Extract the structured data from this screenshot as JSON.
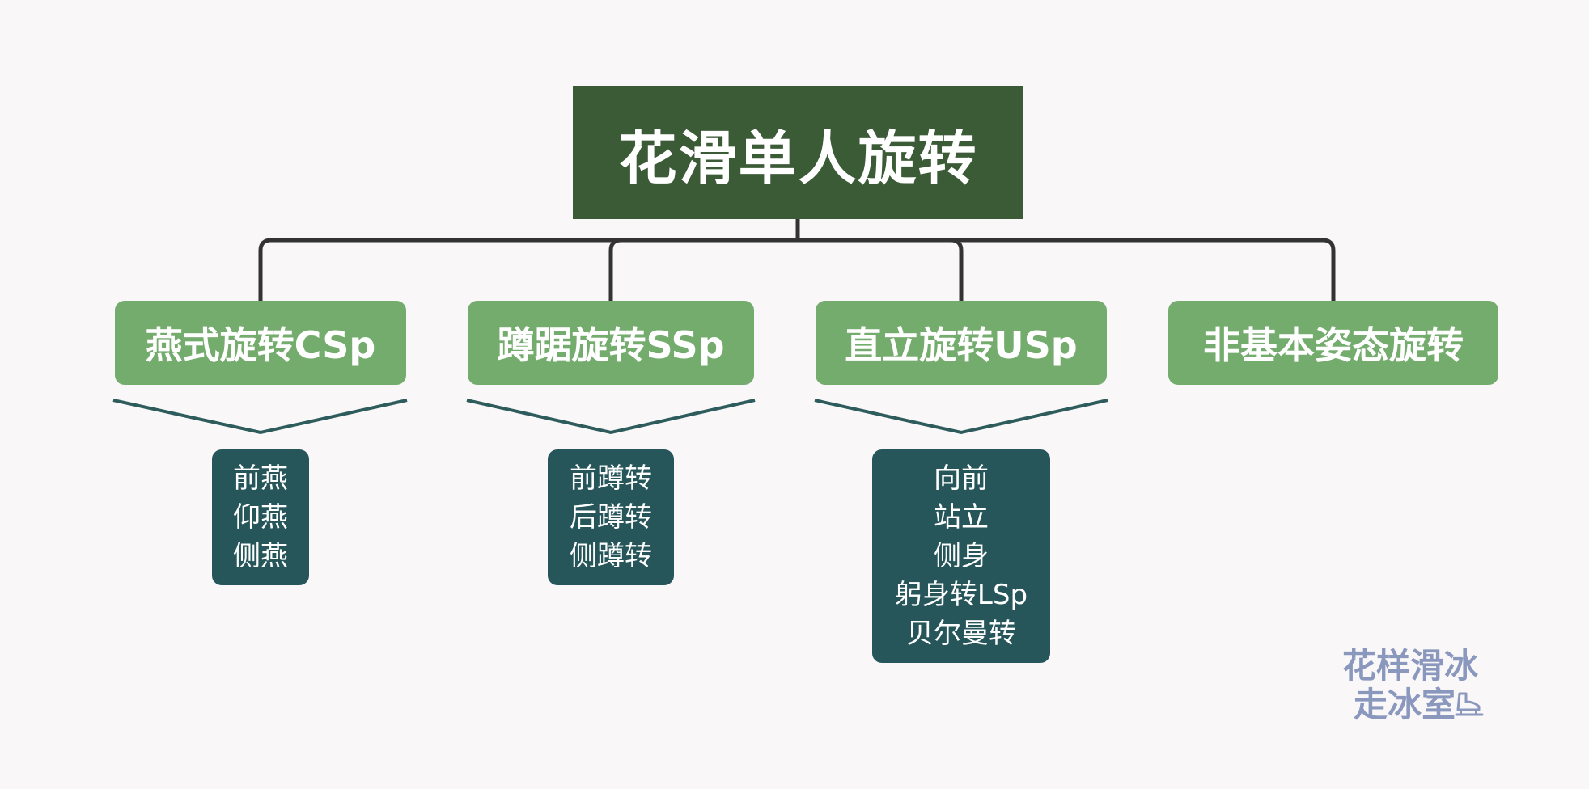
{
  "root": {
    "label": "花滑单人旋转"
  },
  "categories": [
    {
      "label": "燕式旋转CSp",
      "items": [
        "前燕",
        "仰燕",
        "侧燕"
      ]
    },
    {
      "label": "蹲踞旋转SSp",
      "items": [
        "前蹲转",
        "后蹲转",
        "侧蹲转"
      ]
    },
    {
      "label": "直立旋转USp",
      "items": [
        "向前",
        "站立",
        "侧身",
        "躬身转LSp",
        "贝尔曼转"
      ]
    },
    {
      "label": "非基本姿态旋转",
      "items": []
    }
  ],
  "watermark": {
    "line1": "花样滑冰",
    "line2": "走冰室",
    "icon": "skate-icon"
  },
  "colors": {
    "background": "#f9f7f8",
    "root": "#3b5a36",
    "category": "#74ac6e",
    "leaf": "#26565a",
    "connector": "#333333",
    "chevron": "#2e5b5c",
    "watermark": "#8a98bd"
  }
}
